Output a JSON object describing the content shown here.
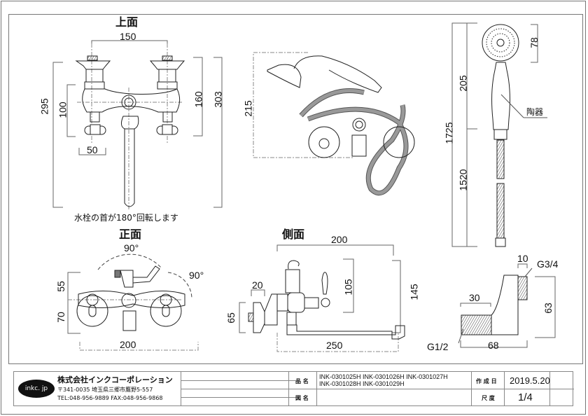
{
  "views": {
    "top": {
      "title": "上面",
      "dims": {
        "spacing": "150",
        "overall_depth": "295",
        "valve_depth": "100",
        "body_depth": "160",
        "total_depth": "303",
        "handle_width": "50"
      },
      "note": "水栓の首が180°回転します"
    },
    "perspective": {
      "dims": {
        "height": "215"
      }
    },
    "shower": {
      "dims": {
        "total_length": "1725",
        "handle_length": "205",
        "hose_length": "1520",
        "head_diameter": "78"
      },
      "material_label": "陶器"
    },
    "front": {
      "title": "正面",
      "dims": {
        "switch_angle": "90°",
        "handle_angle": "90°",
        "upper_height": "55",
        "lower_height": "70",
        "width": "200"
      }
    },
    "side": {
      "title": "側面",
      "dims": {
        "spout_reach": "200",
        "flange": "20",
        "flange_height": "65",
        "center_height": "105",
        "total_height": "145",
        "total_length": "250"
      }
    },
    "eccentric": {
      "dims": {
        "outlet_thread": "G3/4",
        "outlet_len": "10",
        "inlet_len": "30",
        "inlet_thread": "G1/2",
        "offset_height": "63",
        "total_length": "68"
      }
    }
  },
  "title_block": {
    "logo": "inkc. jp",
    "company": "株式会社インクコーポレーション",
    "address": "〒341-0035 埼玉県三郷市鷹野5-557",
    "phone_fax": "TEL:048-956-9889  FAX:048-956-9868",
    "product_label": "品 名",
    "product_line1": "INK-0301025H  INK-0301026H  INK-0301027H",
    "product_line2": "INK-0301028H  INK-0301029H",
    "drawing_label": "図 名",
    "drawing_value": "",
    "date_label": "作 成 日",
    "date_value": "2019.5.20",
    "scale_label": "尺 度",
    "scale_value": "1/4"
  }
}
